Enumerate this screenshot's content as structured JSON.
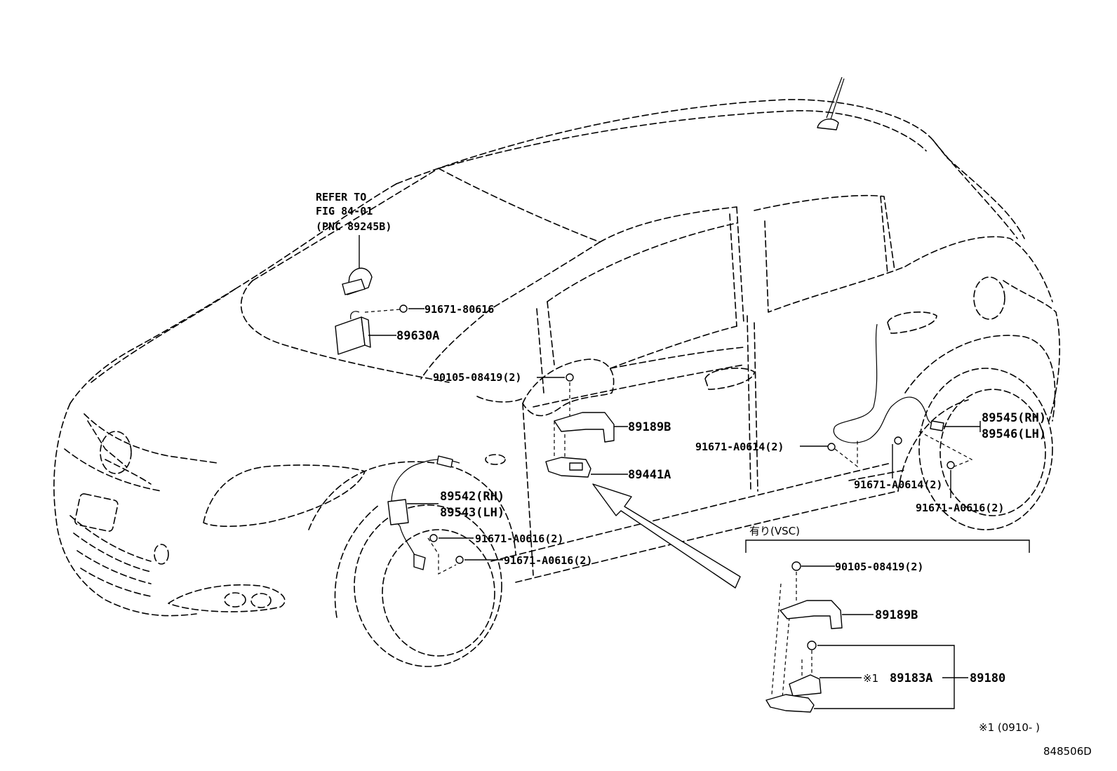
{
  "refer": {
    "line1": "REFER TO",
    "line2": "FIG 84-01",
    "line3": "(PNC 89245B)"
  },
  "parts": {
    "bolt_80616": "91671-80616",
    "ecu": "89630A",
    "bolt_08419_top": "90105-08419(2)",
    "bracket_top": "89189B",
    "sensor_top": "89441A",
    "front_sensor_rh": "89542(RH)",
    "front_sensor_lh": "89543(LH)",
    "bolt_a0616_1": "91671-A0616(2)",
    "bolt_a0616_2": "91671-A0616(2)",
    "rear_bolt_a0614_1": "91671-A0614(2)",
    "rear_bolt_a0614_2": "91671-A0614(2)",
    "rear_bolt_a0616": "91671-A0616(2)",
    "rear_sensor_rh": "89545(RH)",
    "rear_sensor_lh": "89546(LH)"
  },
  "vsc": {
    "title": "有り(VSC)",
    "bolt": "90105-08419(2)",
    "bracket": "89189B",
    "note_mark": "※1",
    "sensor": "89183A",
    "assembly": "89180"
  },
  "footnote": "※1 (0910-      )",
  "drawing_id": "848506D"
}
